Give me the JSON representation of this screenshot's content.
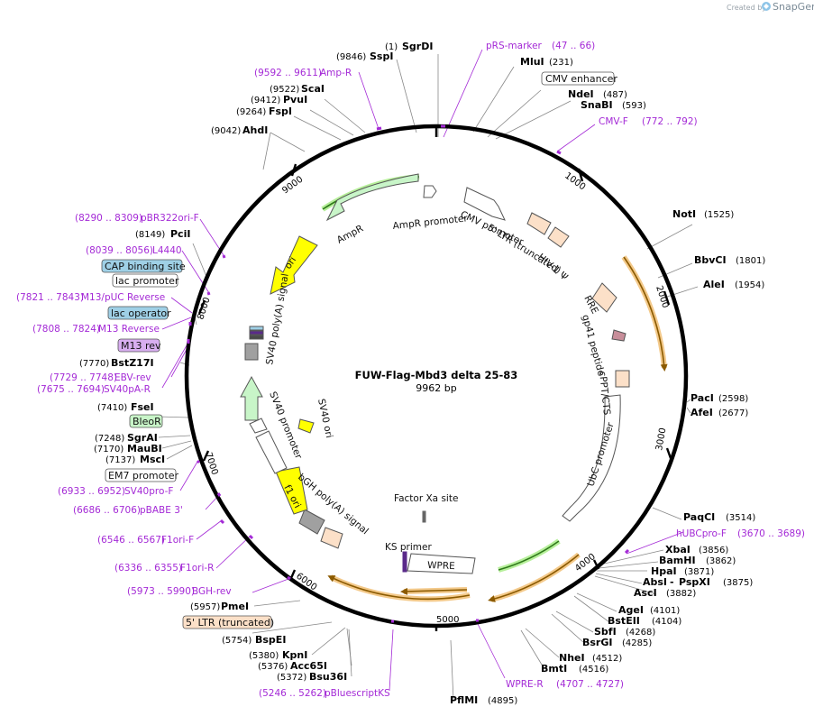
{
  "credit": {
    "created_by": "Created by",
    "brand": "SnapGene"
  },
  "plasmid": {
    "name": "FUW-Flag-Mbd3 delta 25-83",
    "size": "9962 bp"
  },
  "ticks": [
    "1000",
    "2000",
    "3000",
    "4000",
    "5000",
    "6000",
    "7000",
    "8000",
    "9000"
  ],
  "enzymes": [
    {
      "name": "SgrDI",
      "pos": "(1)"
    },
    {
      "name": "MluI",
      "pos": "(231)"
    },
    {
      "name": "NdeI",
      "pos": "(487)"
    },
    {
      "name": "SnaBI",
      "pos": "(593)"
    },
    {
      "name": "NotI",
      "pos": "(1525)"
    },
    {
      "name": "BbvCI",
      "pos": "(1801)"
    },
    {
      "name": "AleI",
      "pos": "(1954)"
    },
    {
      "name": "PacI",
      "pos": "(2598)"
    },
    {
      "name": "AfeI",
      "pos": "(2677)"
    },
    {
      "name": "PaqCI",
      "pos": "(3514)"
    },
    {
      "name": "XbaI",
      "pos": "(3856)"
    },
    {
      "name": "BamHI",
      "pos": "(3862)"
    },
    {
      "name": "HpaI",
      "pos": "(3871)"
    },
    {
      "name": "AbsI",
      "pos": "(3875)"
    },
    {
      "name": "PspXI",
      "pos": ""
    },
    {
      "name": "AscI",
      "pos": "(3882)"
    },
    {
      "name": "AgeI",
      "pos": "(4101)"
    },
    {
      "name": "BstEII",
      "pos": "(4104)"
    },
    {
      "name": "SbfI",
      "pos": "(4268)"
    },
    {
      "name": "BsrGI",
      "pos": "(4285)"
    },
    {
      "name": "NheI",
      "pos": "(4512)"
    },
    {
      "name": "BmtI",
      "pos": "(4516)"
    },
    {
      "name": "PflMI",
      "pos": "(4895)"
    },
    {
      "name": "BspEI",
      "pos": "(5754)"
    },
    {
      "name": "PmeI",
      "pos": "(5957)"
    },
    {
      "name": "KpnI",
      "pos": "(5380)"
    },
    {
      "name": "Acc65I",
      "pos": "(5376)"
    },
    {
      "name": "Bsu36I",
      "pos": "(5372)"
    },
    {
      "name": "MscI",
      "pos": "(7137)"
    },
    {
      "name": "MauBI",
      "pos": "(7170)"
    },
    {
      "name": "SgrAI",
      "pos": "(7248)"
    },
    {
      "name": "FseI",
      "pos": "(7410)"
    },
    {
      "name": "BstZ17I",
      "pos": "(7770)"
    },
    {
      "name": "PciI",
      "pos": "(8149)"
    },
    {
      "name": "AhdI",
      "pos": "(9042)"
    },
    {
      "name": "FspI",
      "pos": "(9264)"
    },
    {
      "name": "PvuI",
      "pos": "(9412)"
    },
    {
      "name": "ScaI",
      "pos": "(9522)"
    },
    {
      "name": "SspI",
      "pos": "(9846)"
    }
  ],
  "primers": [
    {
      "name": "pRS-marker",
      "range": "(47 .. 66)"
    },
    {
      "name": "CMV-F",
      "range": "(772 .. 792)"
    },
    {
      "name": "hUBCpro-F",
      "range": "(3670 .. 3689)"
    },
    {
      "name": "WPRE-R",
      "range": "(4707 .. 4727)"
    },
    {
      "name": "pBluescriptKS",
      "range": "(5246 .. 5262)"
    },
    {
      "name": "BGH-rev",
      "range": "(5973 .. 5990)"
    },
    {
      "name": "F1ori-R",
      "range": "(6336 .. 6355)"
    },
    {
      "name": "F1ori-F",
      "range": "(6546 .. 6567)"
    },
    {
      "name": "pBABE 3'",
      "range": "(6686 .. 6706)"
    },
    {
      "name": "SV40pro-F",
      "range": "(6933 .. 6952)"
    },
    {
      "name": "SV40pA-R",
      "range": "(7675 .. 7694)"
    },
    {
      "name": "EBV-rev",
      "range": "(7729 .. 7748)"
    },
    {
      "name": "M13 Reverse",
      "range": "(7808 .. 7824)"
    },
    {
      "name": "M13/pUC Reverse",
      "range": "(7821 .. 7843)"
    },
    {
      "name": "L4440",
      "range": "(8039 .. 8056)"
    },
    {
      "name": "pBR322ori-F",
      "range": "(8290 .. 8309)"
    },
    {
      "name": "Amp-R",
      "range": "(9592 .. 9611)"
    }
  ],
  "boxed": {
    "cmv_enhancer": "CMV enhancer",
    "cap_site": "CAP binding site",
    "lac_promoter": "lac promoter",
    "lac_operator": "lac operator",
    "m13_rev": "M13 rev",
    "bleor": "BleoR",
    "em7": "EM7 promoter",
    "ltr": "5' LTR (truncated)"
  },
  "features": {
    "cmv_promoter": "CMV promoter",
    "ltr5": "5' LTR (truncated)",
    "hiv_psi": "HIV-1 Ψ",
    "rre": "RRE",
    "gp41": "gp41 peptide",
    "cppt": "cPPT/CTS",
    "ubc": "UbC promoter",
    "factor_xa": "Factor Xa site",
    "ks_primer": "KS primer",
    "wpre": "WPRE",
    "bgh": "bGH poly(A) signal",
    "f1ori": "f1 ori",
    "sv40_promoter": "SV40 promoter",
    "sv40_ori": "SV40 ori",
    "sv40_polya": "SV40 poly(A) signal",
    "ori": "ori",
    "ampr": "AmpR",
    "ampr_promoter": "AmpR promoter"
  },
  "colors": {
    "backbone": "#000000",
    "enzyme_line": "#777777",
    "primer": "#a42ad6",
    "orf_orange": "#f3a83a",
    "orf_brown": "#8b5a00",
    "green_fill": "#c8f5c8",
    "green_dark": "#3a8a2a",
    "yellow": "#ffff00",
    "peach": "#fce0c8",
    "gray": "#a0a0a0",
    "cap_blue": "#9fd0e6",
    "m13_purple": "#d8aef0",
    "bleo_green": "#c8f5c8"
  }
}
